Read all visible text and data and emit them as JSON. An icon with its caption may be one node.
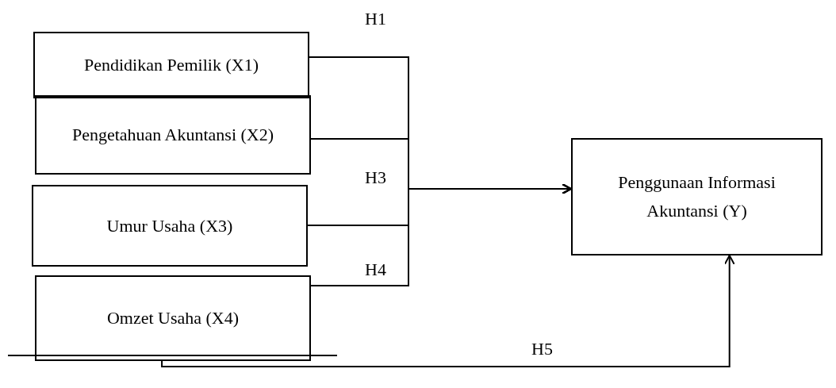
{
  "diagram": {
    "nodes": [
      {
        "text": [
          "Pendidikan Pemilik (X1)"
        ]
      },
      {
        "text": [
          "Pengetahuan Akuntansi (X2)"
        ]
      },
      {
        "text": [
          "Umur Usaha (X3)"
        ]
      },
      {
        "text": [
          "Omzet Usaha (X4)"
        ]
      },
      {
        "text": [
          "Penggunaan Informasi Akuntansi (Y)"
        ]
      }
    ],
    "edges": [
      {
        "from": 0,
        "to": 4,
        "arrow": "to",
        "label": "H1"
      },
      {
        "from": 1,
        "to": 4,
        "arrow": "to"
      },
      {
        "from": 2,
        "to": 4,
        "arrow": "to",
        "label": "H3"
      },
      {
        "from": 3,
        "to": 4,
        "arrow": "to",
        "label": "H4"
      },
      {
        "from": 3,
        "to": 4,
        "arrow": "to",
        "label": "H5"
      }
    ]
  }
}
